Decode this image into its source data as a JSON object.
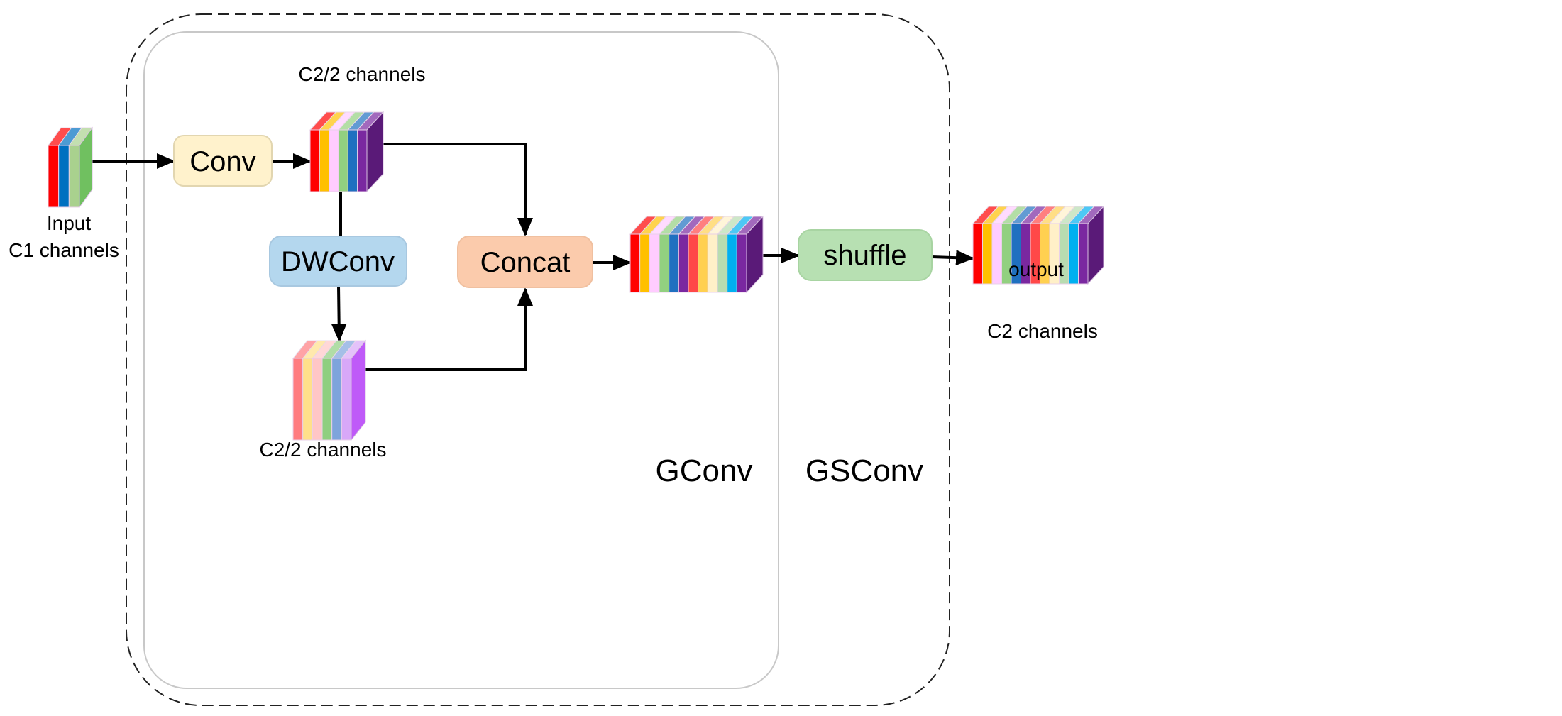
{
  "labels": {
    "input": "Input",
    "input_channels": "C1 channels",
    "conv_channels": "C2/2 channels",
    "dwconv_channels": "C2/2 channels",
    "output": "output",
    "output_channels": "C2 channels",
    "gconv": "GConv",
    "gsconv": "GSConv"
  },
  "nodes": {
    "conv": {
      "label": "Conv",
      "color": "#fff2cc"
    },
    "dwconv": {
      "label": "DWConv",
      "color": "#b4d7ee"
    },
    "concat": {
      "label": "Concat",
      "color": "#fbcbac"
    },
    "shuffle": {
      "label": "shuffle",
      "color": "#b7e0b2"
    }
  },
  "tensors": {
    "input": {
      "stripes": [
        "#ff0000",
        "#0070c0",
        "#a9d18e"
      ],
      "side": "#70c060"
    },
    "conv_out": {
      "stripes": [
        "#ff0000",
        "#ffc000",
        "#ffccff",
        "#92d080",
        "#1f70c0",
        "#7a28a0"
      ],
      "side": "#5a1a78"
    },
    "dwconv_out": {
      "stripes": [
        "#ff7c80",
        "#ffe08a",
        "#ffc6c6",
        "#8fcf80",
        "#7ea4dc",
        "#d8a8f8"
      ],
      "side": "#bf5af8"
    },
    "concat_out": {
      "stripes": [
        "#ff0000",
        "#ffc000",
        "#ffccff",
        "#92d080",
        "#1f70c0",
        "#7a28a0",
        "#ff4848",
        "#ffd050",
        "#fff0c8",
        "#b8dcb0",
        "#00b0f0",
        "#7a28a0"
      ],
      "side": "#5a1a78"
    },
    "output": {
      "stripes": [
        "#ff0000",
        "#ffc000",
        "#ffccff",
        "#92d080",
        "#1f70c0",
        "#7a28a0",
        "#ff4848",
        "#ffd050",
        "#fff0c8",
        "#b8dcb0",
        "#00b0f0",
        "#7a28a0"
      ],
      "side": "#5a1a78"
    }
  }
}
